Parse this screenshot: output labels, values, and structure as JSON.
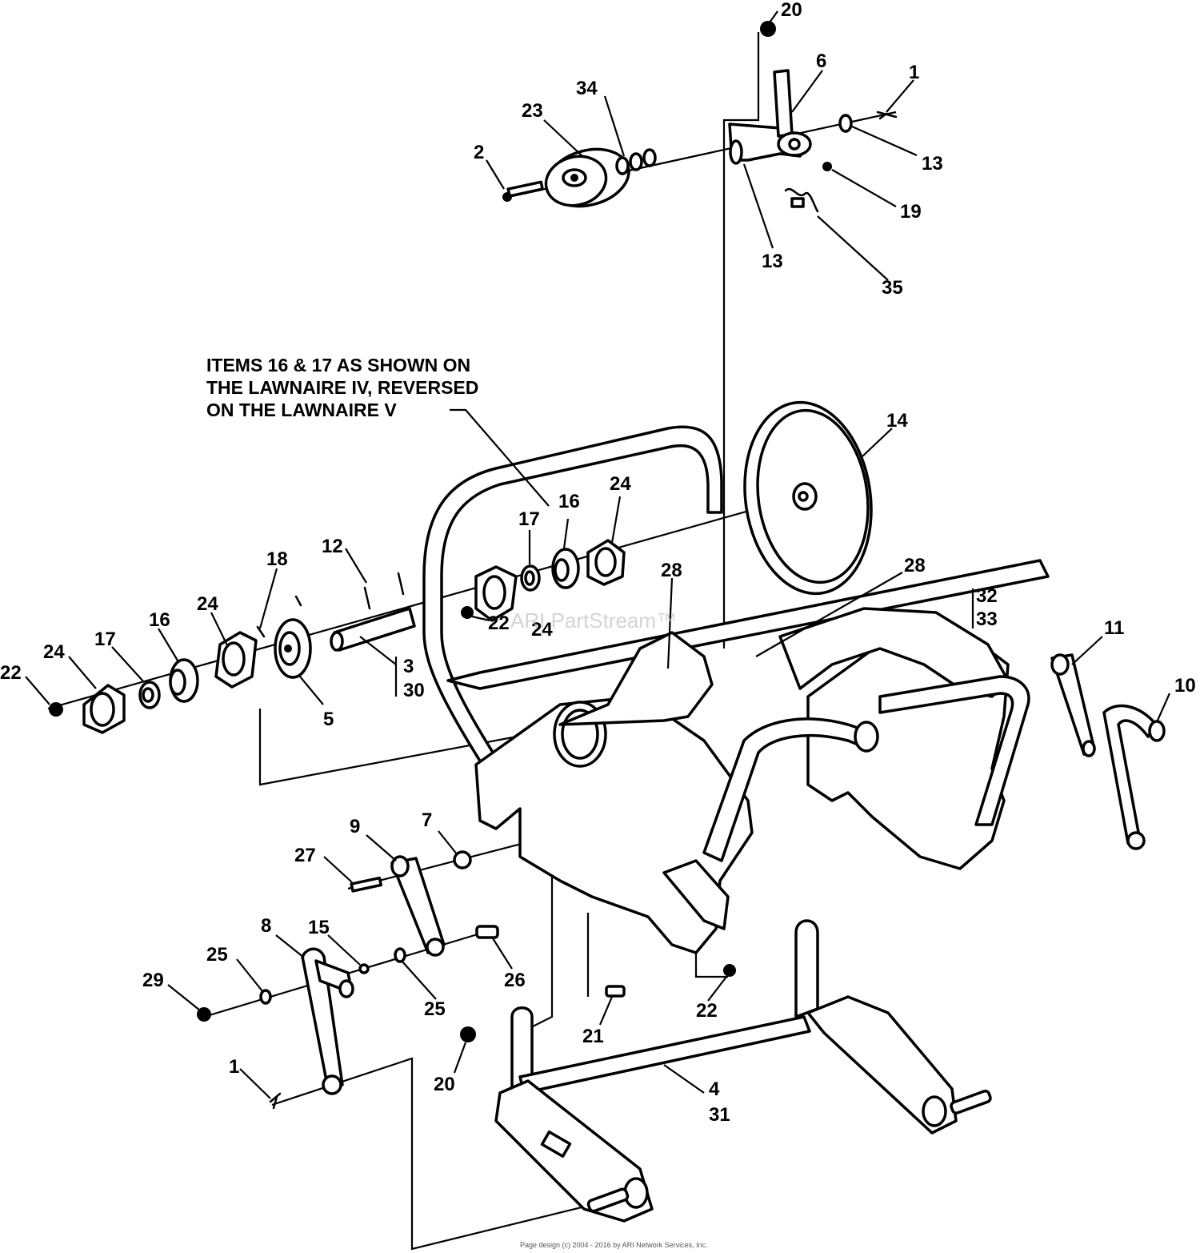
{
  "note": {
    "line1": "ITEMS 16 & 17 AS SHOWN ON",
    "line2": "THE LAWNAIRE IV, REVERSED",
    "line3": "ON THE LAWNAIRE V"
  },
  "watermark": "ARI PartStream™",
  "footer": "Page design (c) 2004 - 2016 by ARI Network Services, Inc.",
  "callouts": {
    "c1a": "1",
    "c1b": "1",
    "c2": "2",
    "c3": "3",
    "c30": "30",
    "c4": "4",
    "c31": "31",
    "c5": "5",
    "c6": "6",
    "c7": "7",
    "c8": "8",
    "c9": "9",
    "c10": "10",
    "c11": "11",
    "c12": "12",
    "c13a": "13",
    "c13b": "13",
    "c14": "14",
    "c15": "15",
    "c16a": "16",
    "c16b": "16",
    "c17a": "17",
    "c17b": "17",
    "c18": "18",
    "c19": "19",
    "c20a": "20",
    "c20b": "20",
    "c21": "21",
    "c22a": "22",
    "c22b": "22",
    "c22c": "22",
    "c23": "23",
    "c24a": "24",
    "c24b": "24",
    "c24c": "24",
    "c25a": "25",
    "c25b": "25",
    "c26": "26",
    "c27": "27",
    "c28a": "28",
    "c28b": "28",
    "c29": "29",
    "c32": "32",
    "c33": "33",
    "c34": "34",
    "c35": "35"
  },
  "colors": {
    "line": "#000000",
    "background": "#ffffff",
    "watermark": "#b8b8b8"
  }
}
